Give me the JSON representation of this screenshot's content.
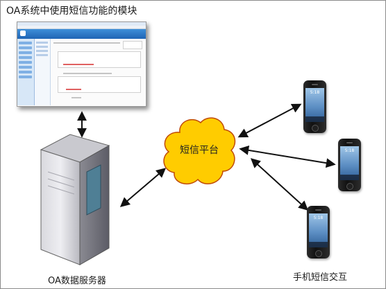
{
  "title": "OA系统中使用短信功能的模块",
  "nodes": {
    "oa_screen": {
      "brand": ""
    },
    "server": {
      "label": "OA数据服务器"
    },
    "sms_platform": {
      "label": "短信平台"
    },
    "phones": {
      "label": "手机短信交互",
      "clock_text": "5:18"
    }
  },
  "edges": [
    {
      "from": "oa_screen",
      "to": "server",
      "direction": "both"
    },
    {
      "from": "server",
      "to": "sms_platform",
      "direction": "both"
    },
    {
      "from": "sms_platform",
      "to": "phone_1",
      "direction": "both"
    },
    {
      "from": "sms_platform",
      "to": "phone_2",
      "direction": "both"
    },
    {
      "from": "sms_platform",
      "to": "phone_3",
      "direction": "both"
    }
  ],
  "colors": {
    "cloud_fill": "#ffcc00",
    "cloud_stroke": "#c04a00",
    "oa_header": "#2a74c8",
    "arrow": "#111111"
  }
}
